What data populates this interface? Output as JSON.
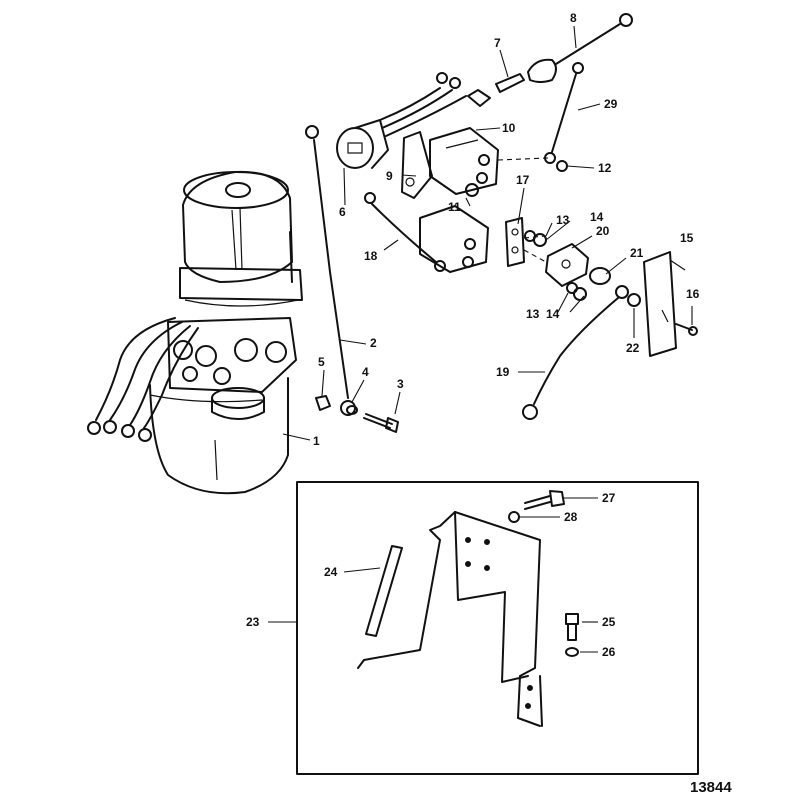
{
  "drawing_number": "13844",
  "callouts": [
    {
      "id": "c1",
      "label": "1"
    },
    {
      "id": "c2",
      "label": "2"
    },
    {
      "id": "c3",
      "label": "3"
    },
    {
      "id": "c4",
      "label": "4"
    },
    {
      "id": "c5",
      "label": "5"
    },
    {
      "id": "c6",
      "label": "6"
    },
    {
      "id": "c7",
      "label": "7"
    },
    {
      "id": "c8",
      "label": "8"
    },
    {
      "id": "c9",
      "label": "9"
    },
    {
      "id": "c10",
      "label": "10"
    },
    {
      "id": "c11",
      "label": "11"
    },
    {
      "id": "c12",
      "label": "12"
    },
    {
      "id": "c13a",
      "label": "13"
    },
    {
      "id": "c13b",
      "label": "13"
    },
    {
      "id": "c14a",
      "label": "14"
    },
    {
      "id": "c14b",
      "label": "14"
    },
    {
      "id": "c15",
      "label": "15"
    },
    {
      "id": "c16",
      "label": "16"
    },
    {
      "id": "c17",
      "label": "17"
    },
    {
      "id": "c18",
      "label": "18"
    },
    {
      "id": "c19",
      "label": "19"
    },
    {
      "id": "c20",
      "label": "20"
    },
    {
      "id": "c21",
      "label": "21"
    },
    {
      "id": "c22",
      "label": "22"
    },
    {
      "id": "c23",
      "label": "23"
    },
    {
      "id": "c24",
      "label": "24"
    },
    {
      "id": "c25",
      "label": "25"
    },
    {
      "id": "c26",
      "label": "26"
    },
    {
      "id": "c27",
      "label": "27"
    },
    {
      "id": "c28",
      "label": "28"
    },
    {
      "id": "c29",
      "label": "29"
    }
  ]
}
